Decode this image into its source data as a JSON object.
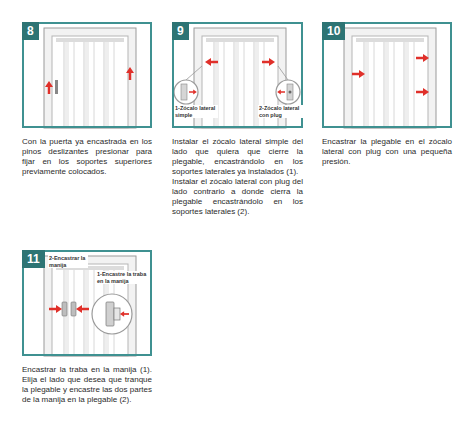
{
  "diagram": {
    "nodes": [
      {
        "text": [
          "8",
          "Con la puerta ya encastrada en los pinos deslizantes presionar para fijar en los soportes superiores previamente colocados."
        ]
      },
      {
        "text": [
          "9",
          "Instalar el zócalo lateral simple del lado que quiera que cierre la plegable, encastrándolo en los soportes laterales ya instalados (1).",
          "Instalar el zócalo lateral con plug del lado contrario a donde cierra la plegable encastrándolo en los soportes laterales (2)."
        ]
      },
      {
        "text": [
          "10",
          "Encastrar la plegable en el zócalo lateral con plug con una pequeña presión."
        ]
      },
      {
        "text": [
          "11",
          "Encastrar la traba en la manija (1). Elija el lado que desea que tranque la plegable y encastre las dos partes de la manija en la plegable (2)."
        ]
      }
    ],
    "labels": [
      "1-Zócalo lateral simple",
      "2-Zócalo lateral con plug",
      "2-Encastrar la manija",
      "1-Encastre la traba en la manija"
    ]
  }
}
